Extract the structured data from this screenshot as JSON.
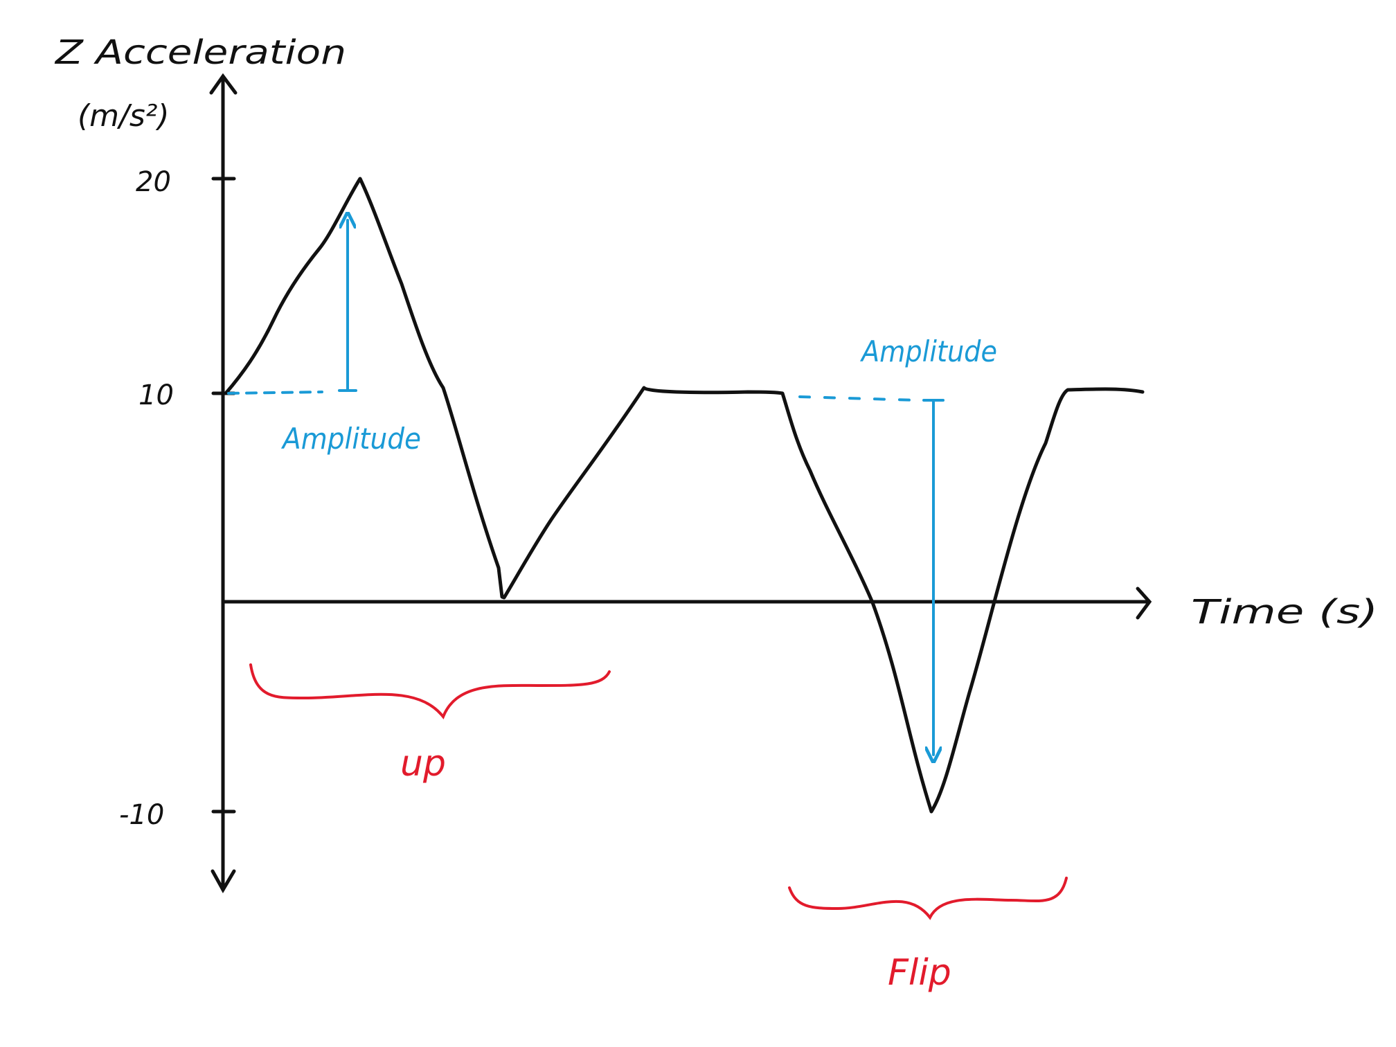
{
  "y_axis": {
    "title": "Z Acceleration",
    "unit": "(m/s²)"
  },
  "x_axis": {
    "title": "Time (s)"
  },
  "ticks": [
    "20",
    "10",
    "-10"
  ],
  "annotations": {
    "amplitude_up": "Amplitude",
    "amplitude_flip": "Amplitude"
  },
  "phases": {
    "up": "up",
    "flip": "Flip"
  },
  "colors": {
    "signal": "#111111",
    "amplitude": "#1a9ad6",
    "phase": "#e21b2c"
  }
}
